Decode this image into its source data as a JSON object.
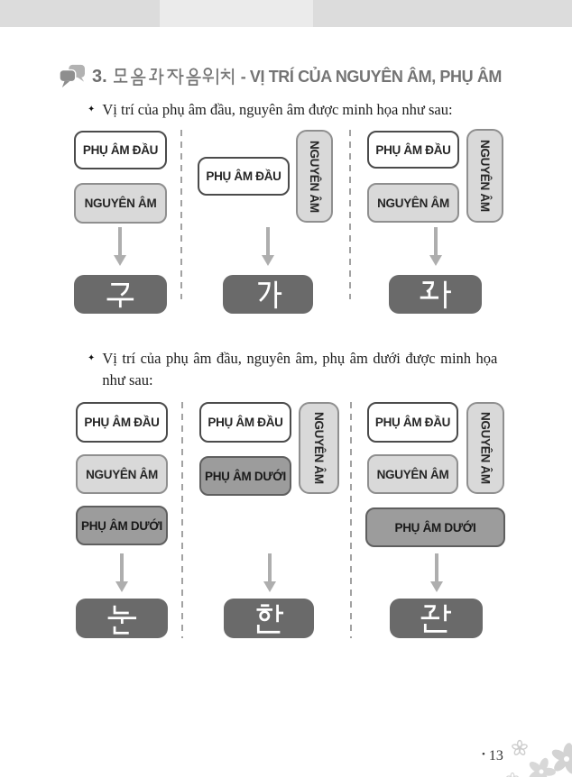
{
  "heading": {
    "icon": "speech-bubbles-icon",
    "number": "3.",
    "korean": "모음과 자음 위치",
    "vietnamese": "- VỊ TRÍ CỦA NGUYÊN ÂM, PHỤ ÂM"
  },
  "section1": {
    "marker": "✦",
    "text": "Vị trí của phụ âm đầu, nguyên âm được minh họa như sau:",
    "diagrams": [
      {
        "initial": "PHỤ ÂM ĐẦU",
        "vowel": "NGUYÊN ÂM",
        "syllable": "구"
      },
      {
        "initial": "PHỤ ÂM ĐẦU",
        "vowel_side": "NGUYÊN ÂM",
        "syllable": "가"
      },
      {
        "initial": "PHỤ ÂM ĐẦU",
        "vowel": "NGUYÊN ÂM",
        "vowel_side": "NGUYÊN ÂM",
        "syllable": "과"
      }
    ]
  },
  "section2": {
    "marker": "✦",
    "text_line1": "Vị trí của phụ âm đầu, nguyên âm, phụ âm dưới được minh họa",
    "text_line2": "như sau:",
    "diagrams": [
      {
        "initial": "PHỤ ÂM ĐẦU",
        "vowel": "NGUYÊN ÂM",
        "final": "PHỤ ÂM DƯỚI",
        "syllable": "눈"
      },
      {
        "initial": "PHỤ ÂM ĐẦU",
        "final": "PHỤ ÂM DƯỚI",
        "vowel_side": "NGUYÊN ÂM",
        "syllable": "한"
      },
      {
        "initial": "PHỤ ÂM ĐẦU",
        "vowel": "NGUYÊN ÂM",
        "vowel_side": "NGUYÊN ÂM",
        "final": "PHỤ ÂM DƯỚI",
        "syllable": "관"
      }
    ]
  },
  "footer": {
    "marker": "•",
    "page_number": "13"
  },
  "colors": {
    "topbar_segments": [
      "#dcdcdc",
      "#ebebeb",
      "#dcdcdc"
    ],
    "outline_box_border": "#4b4b4b",
    "light_box_fill": "#d9d9d9",
    "mid_box_fill": "#9c9c9c",
    "dark_box_fill": "#6a6a6a",
    "arrow": "#aeaeae",
    "heading_text": "#747474"
  }
}
